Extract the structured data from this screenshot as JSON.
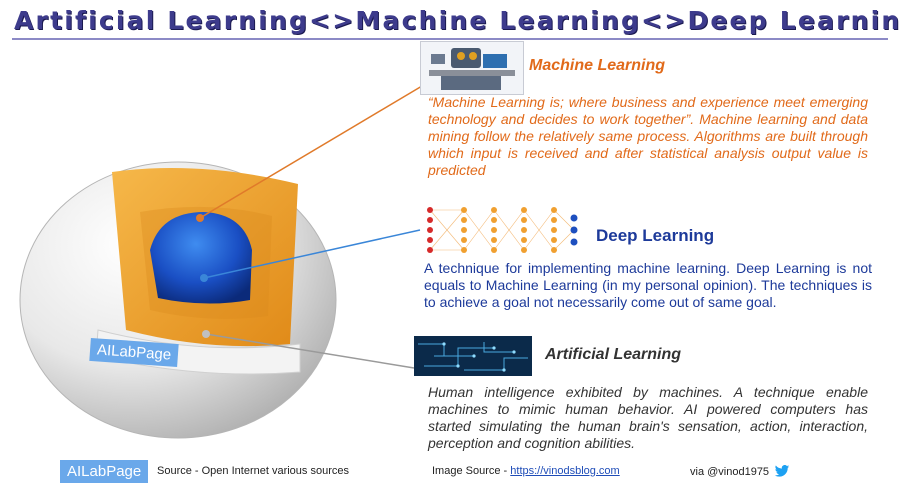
{
  "title": "Artificial Learning<>Machine Learning<>Deep Learning",
  "sections": {
    "machine_learning": {
      "title": "Machine Learning",
      "text": "“Machine Learning is; where business and experience meet emerging technology and decides to work together”. Machine learning and data mining follow the relatively same process. Algorithms are built through which input is received and after statistical analysis output value is predicted",
      "color": "#e16a1a"
    },
    "deep_learning": {
      "title": "Deep Learning",
      "text": "A technique for implementing machine learning. Deep Learning is not equals to Machine Learning (in my personal opinion). The techniques is to achieve a goal not necessarily come out of same goal.",
      "color": "#1d3a9a"
    },
    "artificial_learning": {
      "title": "Artificial Learning",
      "text": "Human intelligence exhibited by machines. A technique enable machines to mimic human behavior. AI powered computers has started simulating the human brain's sensation, action, interaction, perception and cognition abilities.",
      "color": "#333333"
    }
  },
  "badge": "AILabPage",
  "footer": {
    "badge": "AILabPage",
    "source": "Source -  Open Internet  various sources",
    "image_source_label": "Image Source - ",
    "image_source_link": "https://vinodsblog.com",
    "via": "via  @vinod1975",
    "bird_icon": "twitter-bird-icon"
  },
  "colors": {
    "title": "#3d3b8c",
    "outer_sphere": "#e6e6e6",
    "middle_layer": "#f0a030",
    "core": "#1a56c8",
    "badge": "#6aa8ea"
  }
}
